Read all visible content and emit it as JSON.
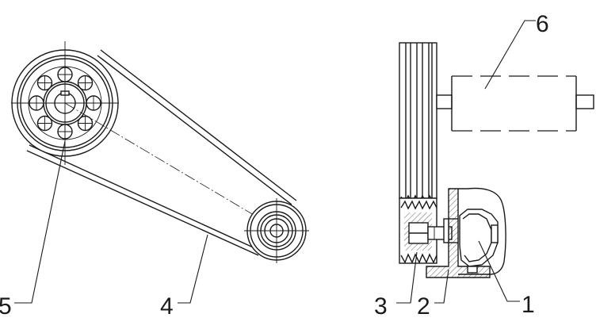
{
  "labels": {
    "motor": "1",
    "bracket": "2",
    "small_pulley": "3",
    "belt": "4",
    "large_pulley": "5",
    "drive_unit": "6"
  }
}
